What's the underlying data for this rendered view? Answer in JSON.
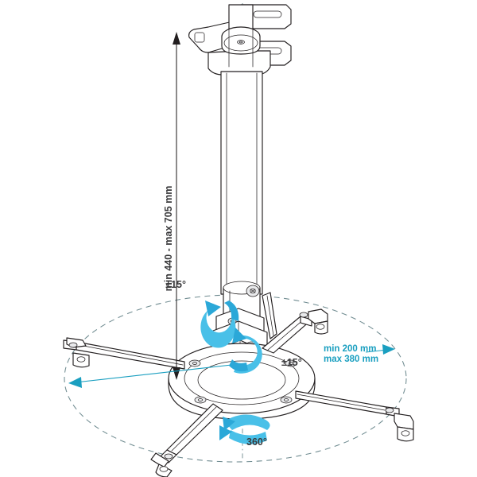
{
  "diagram": {
    "subject": "projector-ceiling-mount",
    "background_color": "#ffffff",
    "line_color": "#231f20",
    "accent_color": "#1a9fc0",
    "rotation_arrow_color": "#49c0e8",
    "envelope_color": "#6f8b90"
  },
  "annotations": {
    "height_dimension": "min 440 - max 705 mm",
    "arm_reach_line1": "min 200 mm",
    "arm_reach_line2": "max 380 mm",
    "tilt_upper": "±15°",
    "tilt_lower": "±15°",
    "swivel": "360°"
  },
  "parts": {
    "ceiling_plate": "ceiling-mounting-plate",
    "pole": "telescoping-extension-pole",
    "hub": "central-swivel-hub",
    "disc": "circular-mounting-disc",
    "arms": [
      "arm-upper-right",
      "arm-lower-right",
      "arm-upper-left",
      "arm-lower-left"
    ],
    "brackets": "projector-mounting-brackets"
  }
}
